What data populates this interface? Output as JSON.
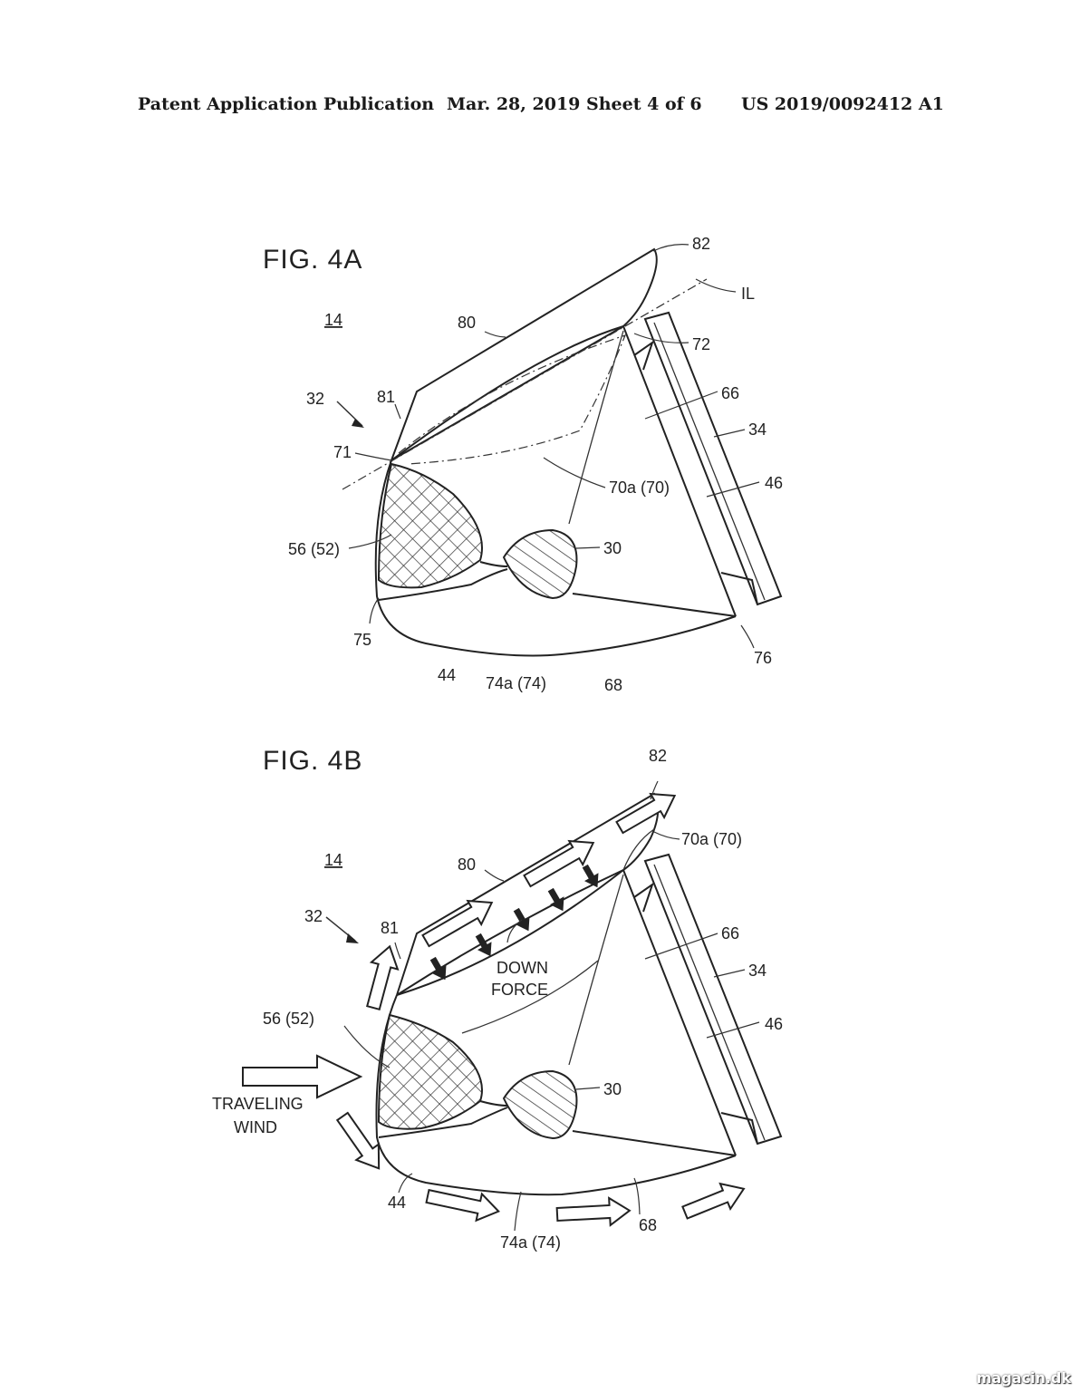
{
  "header": {
    "left": "Patent Application Publication",
    "middle": "Mar. 28, 2019  Sheet 4 of 6",
    "right": "US 2019/0092412 A1"
  },
  "figure_a": {
    "title": "FIG. 4A",
    "refs": {
      "r14": "14",
      "r80": "80",
      "r82": "82",
      "rIL": "IL",
      "r72": "72",
      "r66": "66",
      "r34": "34",
      "r46": "46",
      "r32": "32",
      "r81": "81",
      "r71": "71",
      "r70a": "70a (70)",
      "r56": "56 (52)",
      "r30": "30",
      "r75": "75",
      "r44": "44",
      "r74a": "74a (74)",
      "r68": "68",
      "r76": "76"
    }
  },
  "figure_b": {
    "title": "FIG. 4B",
    "refs": {
      "r14": "14",
      "r80": "80",
      "r82": "82",
      "r70a": "70a (70)",
      "r66": "66",
      "r34": "34",
      "r46": "46",
      "r32": "32",
      "r81": "81",
      "r56": "56 (52)",
      "r30": "30",
      "r44": "44",
      "r74a": "74a (74)",
      "r68": "68"
    },
    "down_force_1": "DOWN",
    "down_force_2": "FORCE",
    "traveling_1": "TRAVELING",
    "traveling_2": "WIND"
  },
  "watermark": "magacin.dk"
}
